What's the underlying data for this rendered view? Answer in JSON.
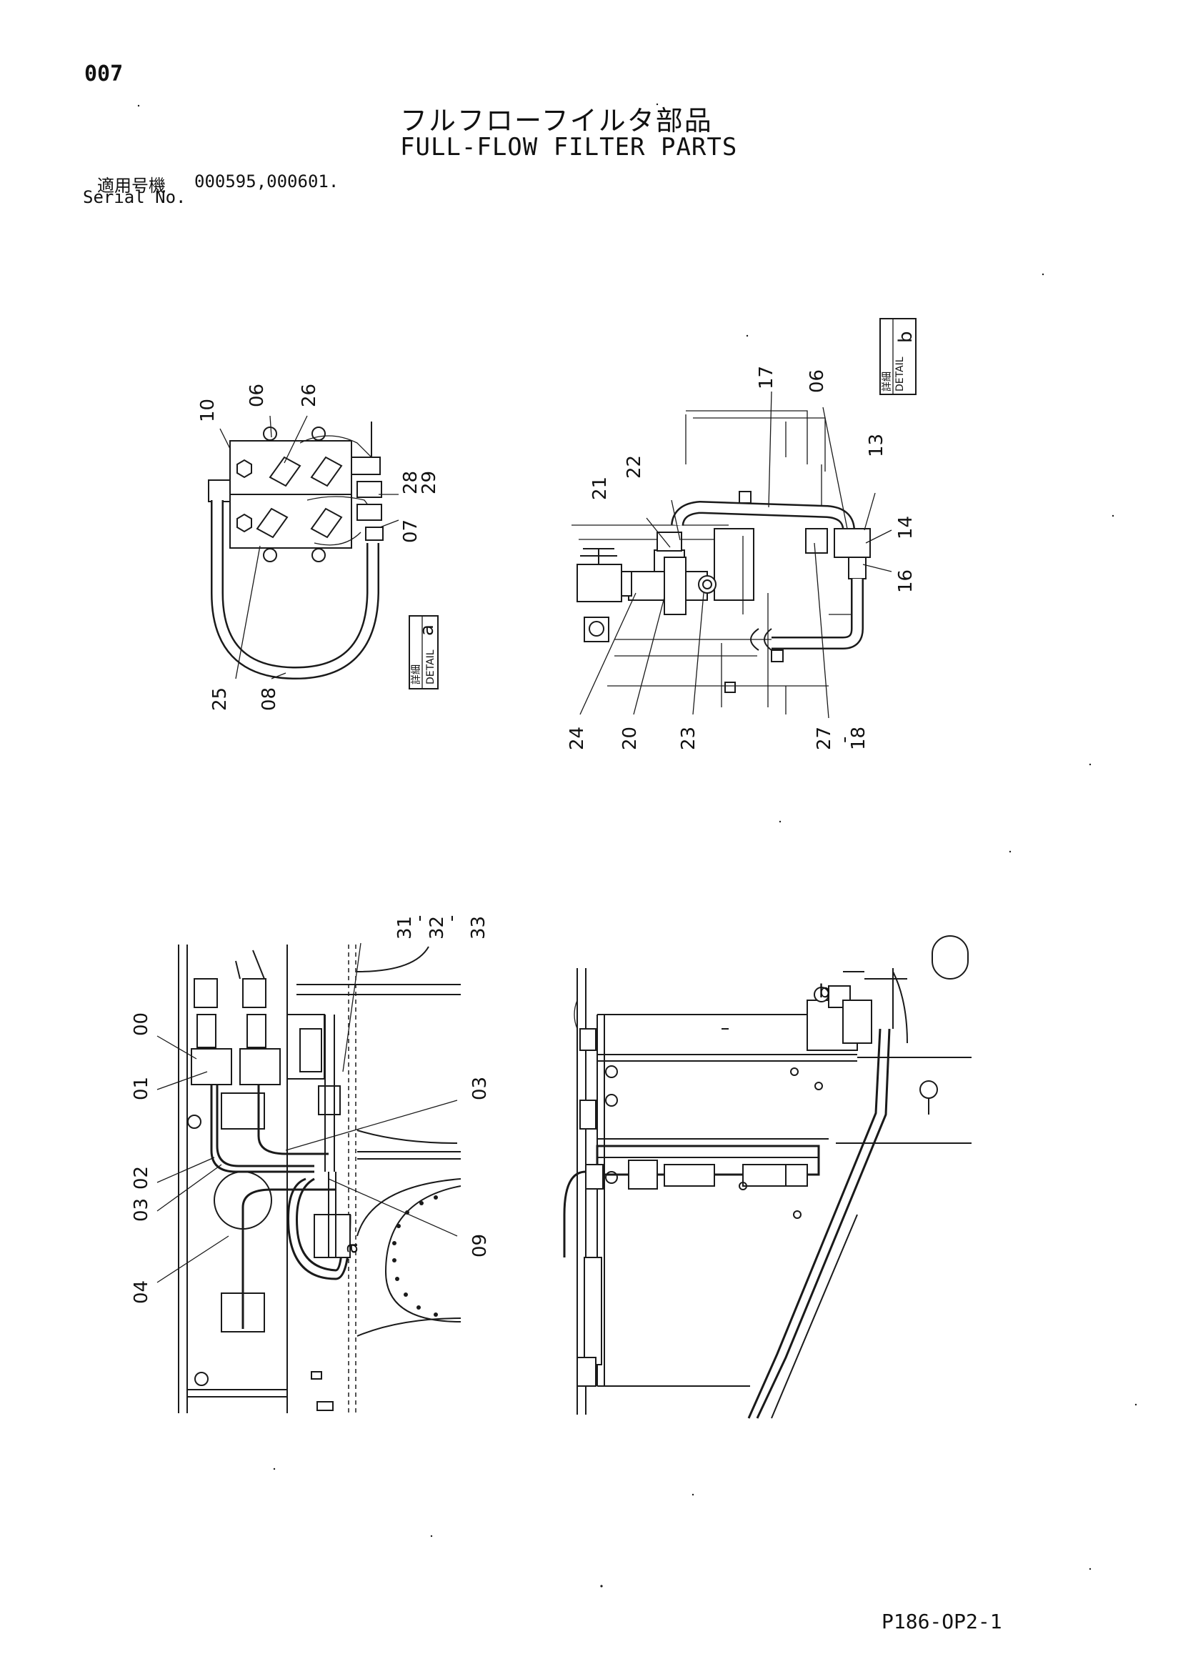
{
  "header": {
    "page_number": "007",
    "title_jp": "フルフローフイルタ部品",
    "title_en": "FULL-FLOW FILTER PARTS",
    "serial_label_jp": "適用号機",
    "serial_label_en": "Serial No.",
    "serial_numbers": "000595,000601."
  },
  "detail_a": {
    "box_jp": "詳細",
    "box_en": "DETAIL",
    "letter": "a",
    "callouts": [
      "10",
      "06",
      "26",
      "28",
      "29",
      "07",
      "25",
      "08"
    ]
  },
  "detail_b": {
    "box_jp": "詳細",
    "box_en": "DETAIL",
    "letter": "b",
    "callouts": [
      "17",
      "06",
      "13",
      "22",
      "21",
      "14",
      "16",
      "24",
      "20",
      "23",
      "27",
      "18"
    ]
  },
  "main_view": {
    "callouts": [
      "31",
      "32",
      "33",
      "00",
      "01",
      "03",
      "02",
      "03",
      "04",
      "09"
    ],
    "ref_a": "a",
    "ref_b": "b",
    "dash": "-"
  },
  "footer": {
    "doc_code": "P186-OP2-1"
  }
}
